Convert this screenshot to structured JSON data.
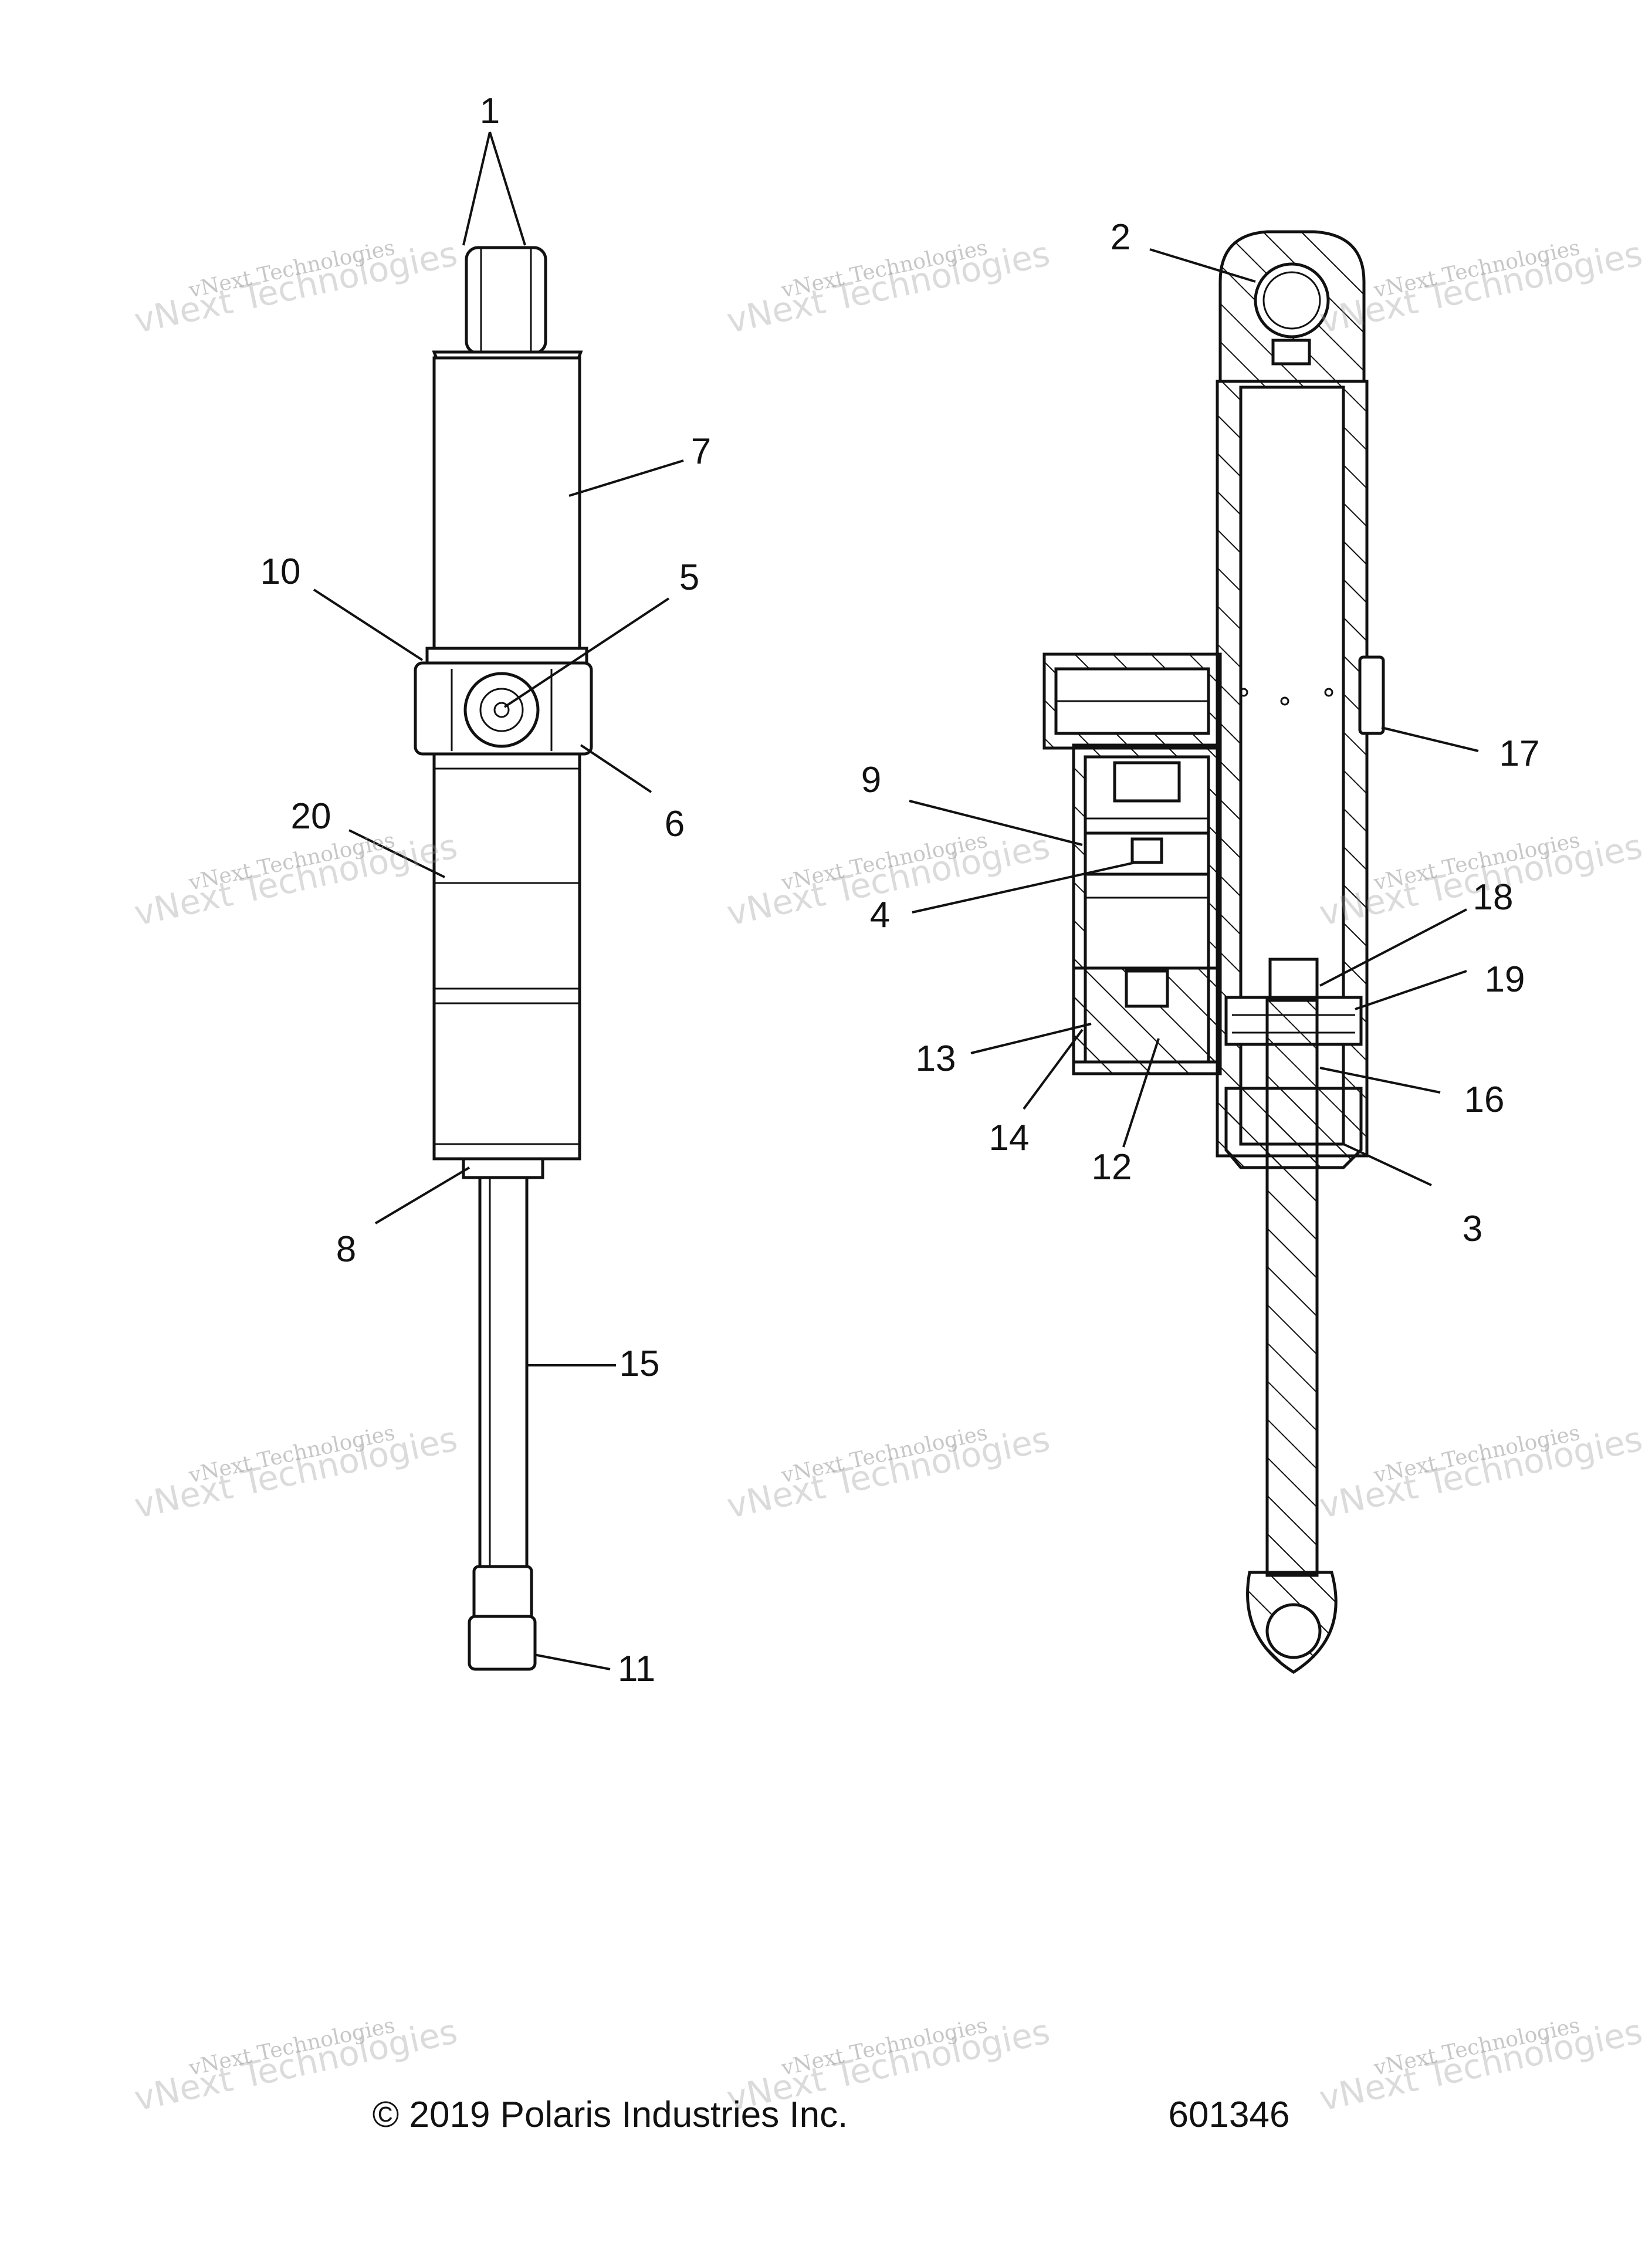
{
  "diagram": {
    "callouts": [
      {
        "id": "c1",
        "label": "1"
      },
      {
        "id": "c2",
        "label": "2"
      },
      {
        "id": "c3",
        "label": "3"
      },
      {
        "id": "c4",
        "label": "4"
      },
      {
        "id": "c5",
        "label": "5"
      },
      {
        "id": "c6",
        "label": "6"
      },
      {
        "id": "c7",
        "label": "7"
      },
      {
        "id": "c8",
        "label": "8"
      },
      {
        "id": "c9",
        "label": "9"
      },
      {
        "id": "c10",
        "label": "10"
      },
      {
        "id": "c11",
        "label": "11"
      },
      {
        "id": "c12",
        "label": "12"
      },
      {
        "id": "c13",
        "label": "13"
      },
      {
        "id": "c14",
        "label": "14"
      },
      {
        "id": "c15",
        "label": "15"
      },
      {
        "id": "c16",
        "label": "16"
      },
      {
        "id": "c17",
        "label": "17"
      },
      {
        "id": "c18",
        "label": "18"
      },
      {
        "id": "c19",
        "label": "19"
      },
      {
        "id": "c20",
        "label": "20"
      }
    ],
    "watermark": {
      "line1": "vNext Technologies",
      "line2": "vNext Technologies"
    },
    "footer": {
      "copyright": "© 2019 Polaris Industries Inc.",
      "part_number": "601346"
    }
  }
}
